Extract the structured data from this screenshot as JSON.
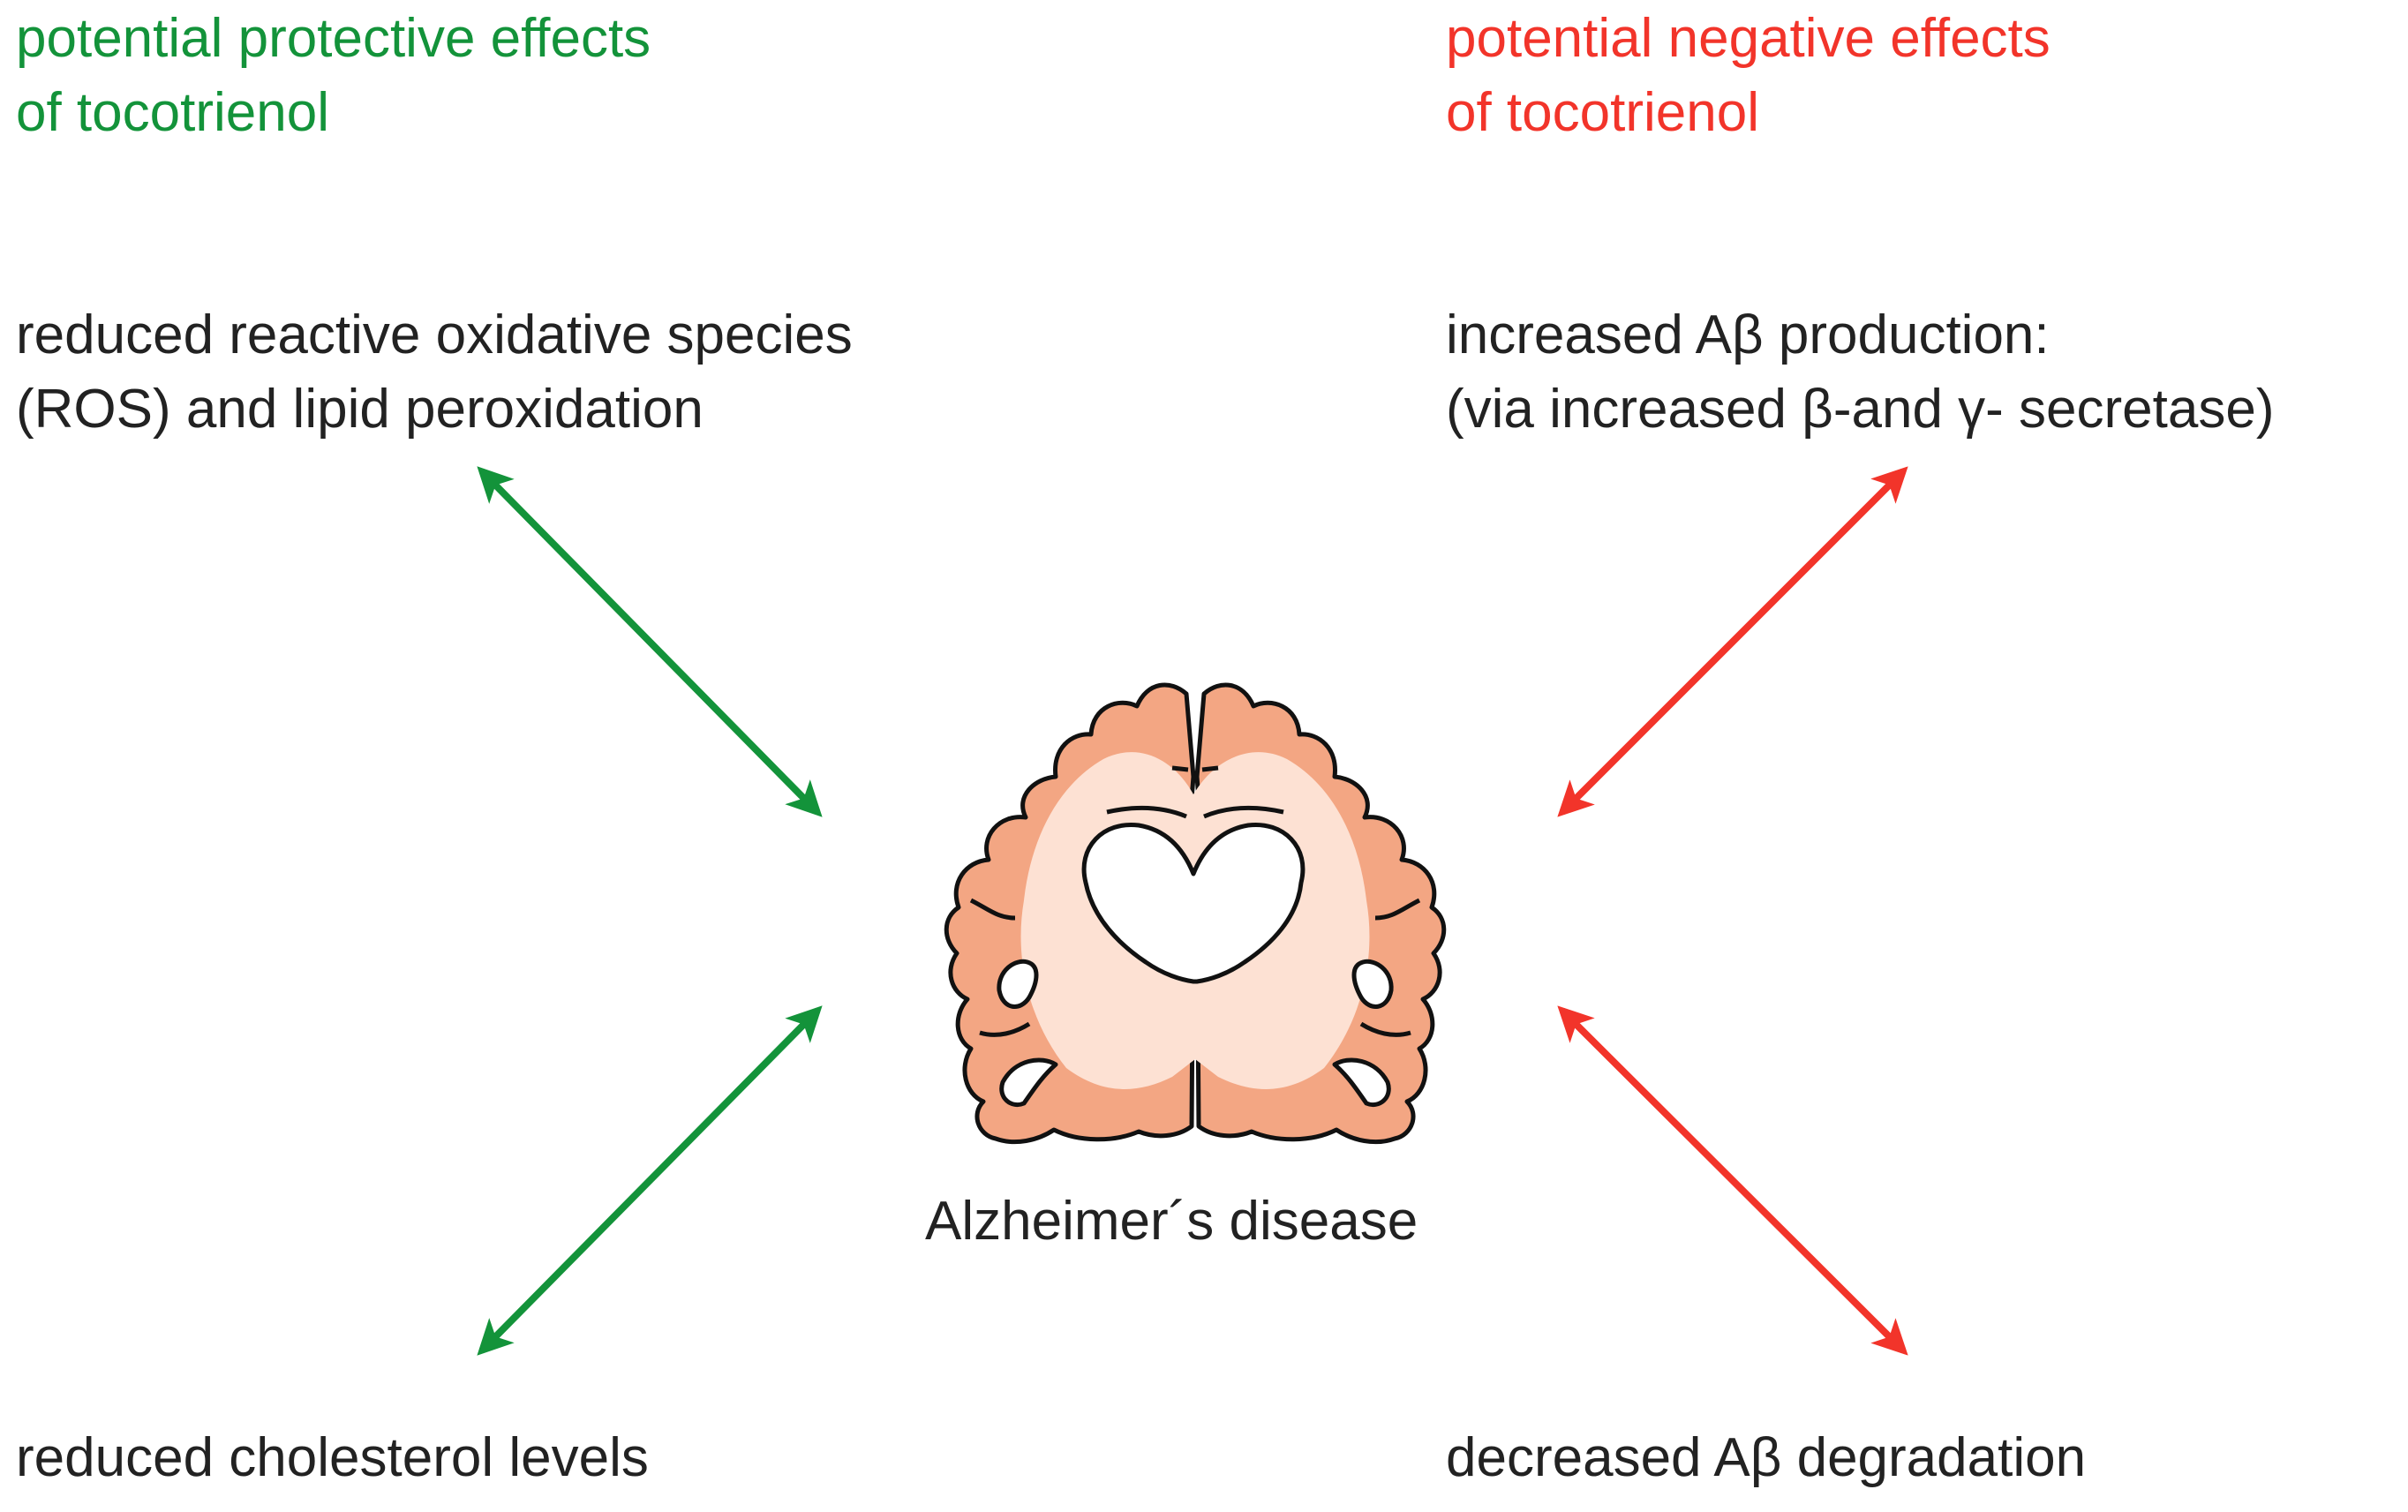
{
  "colors": {
    "protective": "#13933a",
    "negative": "#f2342a",
    "brain_gray": "#f3a683",
    "brain_white": "#fde1d3",
    "text": "#222222"
  },
  "protective_header": {
    "line1": "potential protective effects",
    "line2": "of tocotrienol"
  },
  "negative_header": {
    "line1": "potential negative effects",
    "line2": "of tocotrienol"
  },
  "protective_effects": {
    "ros": {
      "line1": "reduced reactive oxidative species",
      "line2": "(ROS) and lipid peroxidation"
    },
    "cholesterol": "reduced cholesterol levels"
  },
  "negative_effects": {
    "ab_production": {
      "line1": "increased Aβ production:",
      "line2": "(via increased β-and γ- secretase)"
    },
    "ab_degradation": "decreased Aβ degradation"
  },
  "center": {
    "label": "Alzheimer´s disease",
    "icon": "brain-coronal-section-icon"
  }
}
